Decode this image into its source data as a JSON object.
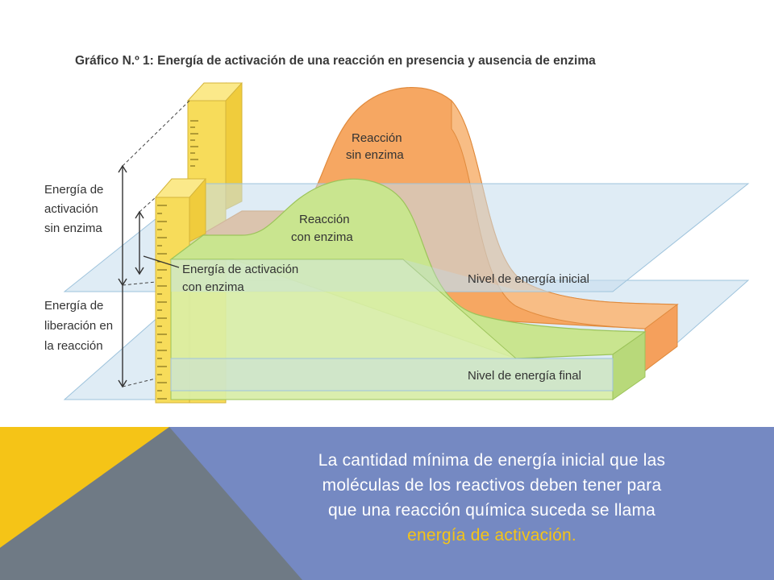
{
  "diagram": {
    "title": "Gráfico N.º 1: Energía de activación de una reacción en presencia y ausencia de enzima",
    "labels": {
      "uncatalyzed_curve_l1": "Reacción",
      "uncatalyzed_curve_l2": "sin enzima",
      "catalyzed_curve_l1": "Reacción",
      "catalyzed_curve_l2": "con enzima",
      "activation_without_l1": "Energía de",
      "activation_without_l2": "activación",
      "activation_without_l3": "sin enzima",
      "release_l1": "Energía de",
      "release_l2": "liberación en",
      "release_l3": "la reacción",
      "activation_with_l1": "Energía de activación",
      "activation_with_l2": "con enzima",
      "initial_level": "Nivel de energía inicial",
      "final_level": "Nivel de energía final"
    },
    "colors": {
      "orange": "#f5a05c",
      "green": "#c9e58f",
      "yellow": "#f7dc5a",
      "plane_blue": "#c4dcec"
    }
  },
  "caption": {
    "text_before": "La cantidad mínima de energía inicial que las moléculas de los reactivos deben tener para que una reacción química suceda se llama ",
    "highlight": "energía de activación."
  },
  "theme": {
    "accent_yellow": "#f5c417",
    "gray": "#6f7a85",
    "blue": "#7589c2"
  }
}
